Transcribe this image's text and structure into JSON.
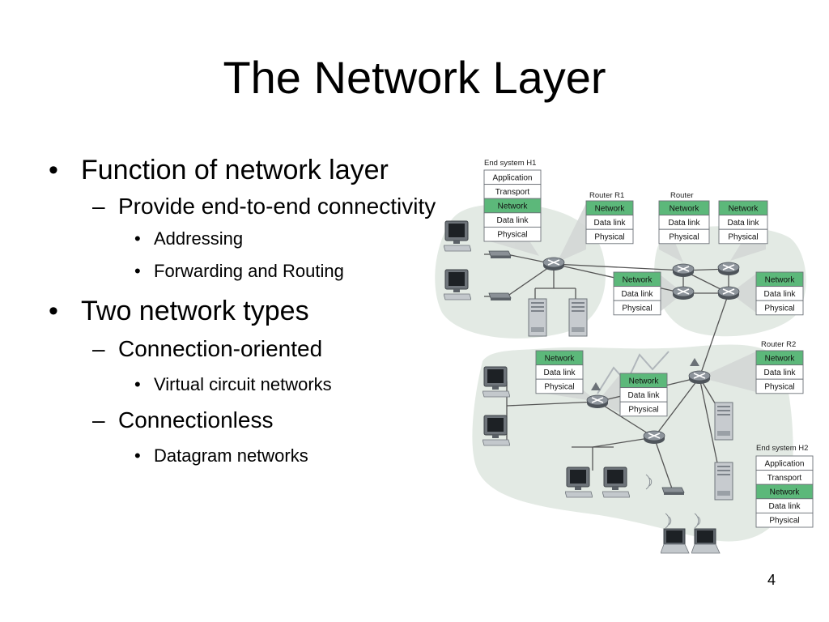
{
  "slide": {
    "title": "The Network Layer",
    "page_number": "4"
  },
  "bullets": [
    {
      "level": 1,
      "marker": "•",
      "text": "Function of network layer"
    },
    {
      "level": 2,
      "marker": "–",
      "text": "Provide end-to-end connectivity"
    },
    {
      "level": 3,
      "marker": "•",
      "text": "Addressing"
    },
    {
      "level": 3,
      "marker": "•",
      "text": "Forwarding and Routing"
    },
    {
      "level": 1,
      "marker": "•",
      "text": "Two network types"
    },
    {
      "level": 2,
      "marker": "–",
      "text": "Connection-oriented"
    },
    {
      "level": 3,
      "marker": "•",
      "text": "Virtual circuit networks"
    },
    {
      "level": 2,
      "marker": "–",
      "text": "Connectionless"
    },
    {
      "level": 3,
      "marker": "•",
      "text": "Datagram networks"
    }
  ],
  "diagram": {
    "labels": {
      "end_system_h1": "End system H1",
      "router_r1": "Router R1",
      "router": "Router",
      "router_r2": "Router R2",
      "end_system_h2": "End system H2"
    },
    "layers": {
      "application": "Application",
      "transport": "Transport",
      "network": "Network",
      "data_link": "Data link",
      "physical": "Physical"
    },
    "colors": {
      "cloud": "#e3eae4",
      "network_layer": "#5cb87a",
      "router": "#7e858c",
      "link": "#555555"
    }
  }
}
